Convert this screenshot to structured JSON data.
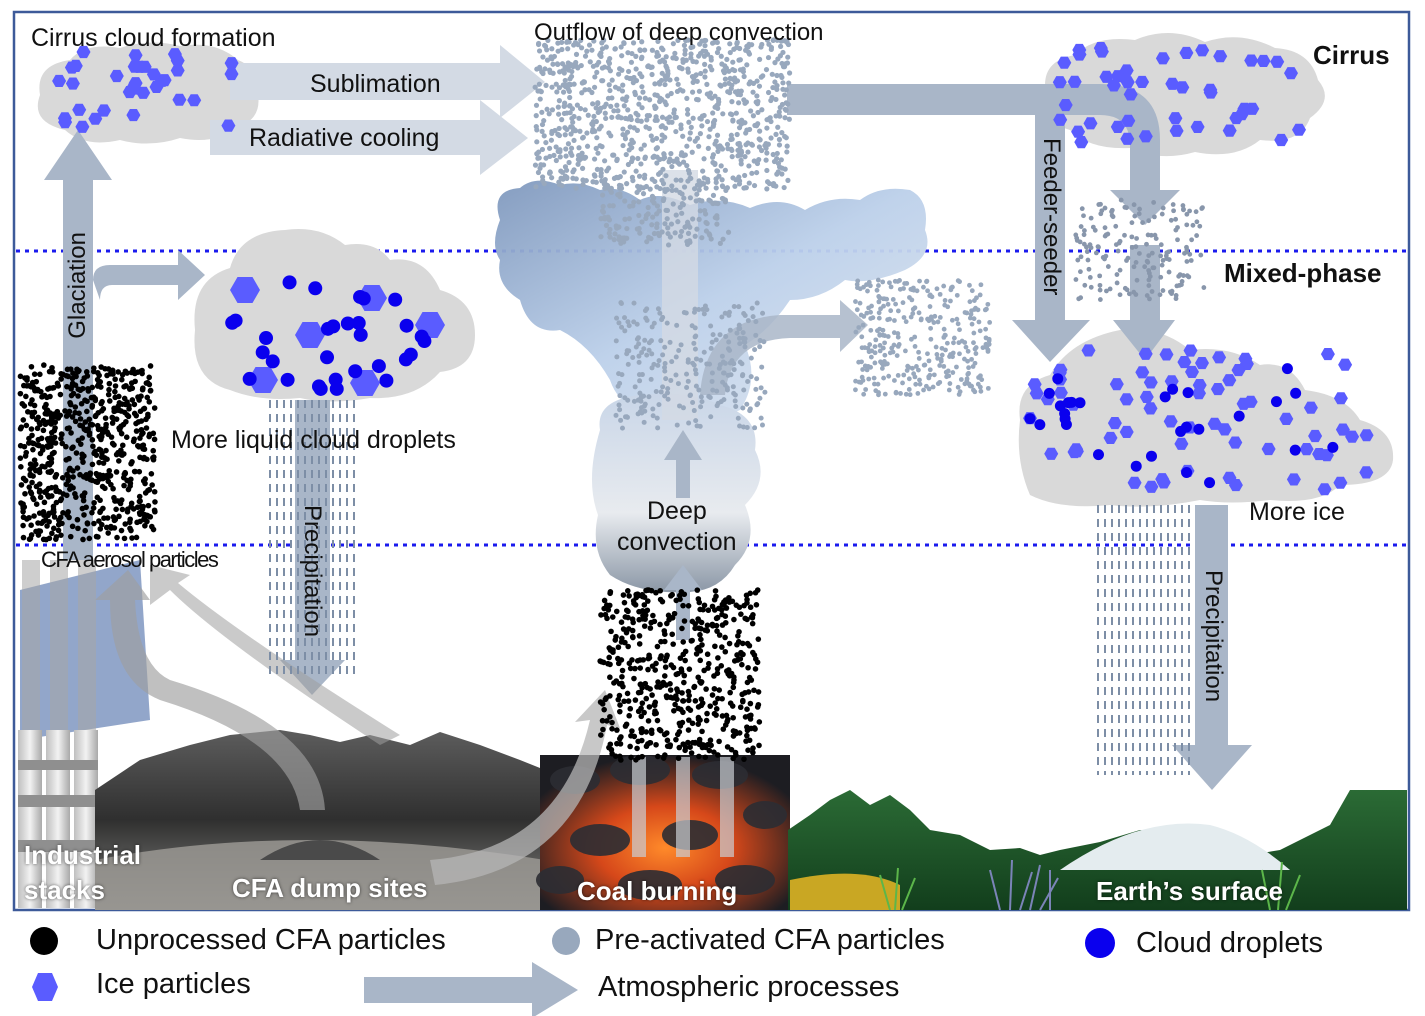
{
  "figure": {
    "layers": {
      "top": "Cirrus",
      "middle": "Mixed-phase"
    },
    "labels": {
      "cirrus_formation": "Cirrus cloud formation",
      "sublimation": "Sublimation",
      "radiative_cooling": "Radiative cooling",
      "outflow": "Outflow of deep convection",
      "glaciation": "Glaciation",
      "more_liquid": "More liquid cloud droplets",
      "precipitation_left": "Precipitation",
      "cfa_aerosol": "CFA aerosol particles",
      "deep_convection": "Deep\nconvection",
      "deep_convection_line1": "Deep",
      "deep_convection_line2": "convection",
      "feeder_seeder": "Feeder-seeder",
      "more_ice": "More ice",
      "precipitation_right": "Precipitation"
    },
    "ground_sources": {
      "industrial_line1": "Industrial",
      "industrial_line2": "stacks",
      "dump_sites": "CFA dump sites",
      "coal_burning": "Coal burning",
      "earth_surface": "Earth’s surface"
    }
  },
  "legend": {
    "items": [
      {
        "key": "unprocessed",
        "label": "Unprocessed CFA particles",
        "symbol": "black-circle"
      },
      {
        "key": "preactivated",
        "label": "Pre-activated CFA particles",
        "symbol": "grey-circle"
      },
      {
        "key": "droplets",
        "label": "Cloud droplets",
        "symbol": "blue-circle"
      },
      {
        "key": "ice",
        "label": "Ice particles",
        "symbol": "blue-hexagon"
      },
      {
        "key": "processes",
        "label": "Atmospheric processes",
        "symbol": "arrow"
      }
    ]
  },
  "colors": {
    "frame": "#3d5a99",
    "layer_line": "#1a1aee",
    "arrow": "#a9b6c8",
    "arrow_light": "#d3dae4",
    "cloud": "#d9d9d9",
    "ice": "#5a5cff",
    "droplet": "#0a00ee",
    "unprocessed": "#000000",
    "preactivated": "#98a8bd"
  }
}
